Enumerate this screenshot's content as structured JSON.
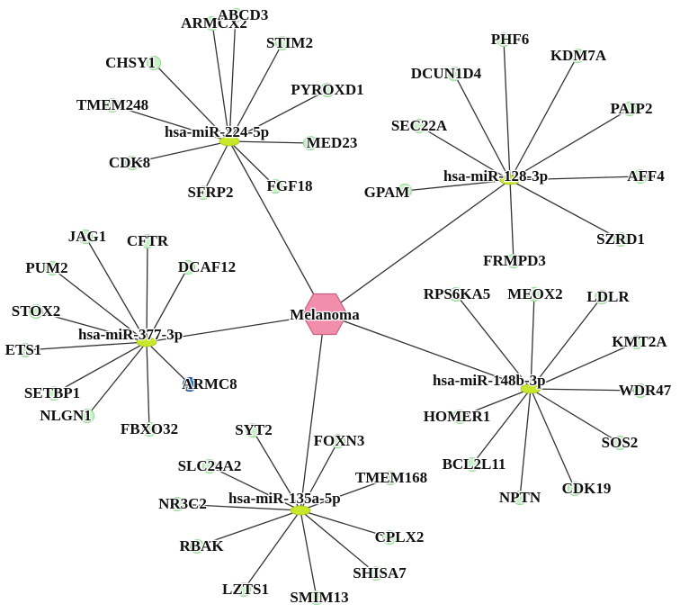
{
  "colors": {
    "hub": "#f08eac",
    "mirna": "#c8e62a",
    "gene": "#c9f2c9",
    "gene_highlight": "#2f6fd1",
    "edge": "#333333"
  },
  "network": {
    "hub": {
      "id": "melanoma",
      "label": "Melanoma",
      "shape": "hexagon"
    },
    "mirnas": [
      {
        "id": "mir224",
        "label": "hsa-miR-224-5p"
      },
      {
        "id": "mir128",
        "label": "hsa-miR-128-3p"
      },
      {
        "id": "mir377",
        "label": "hsa-miR-377-3p"
      },
      {
        "id": "mir148b",
        "label": "hsa-miR-148b-3p"
      },
      {
        "id": "mir135a",
        "label": "hsa-miR-135a-5p"
      }
    ],
    "genes": [
      {
        "id": "ARMCX2",
        "label": "ARMCX2",
        "target": "mir224"
      },
      {
        "id": "ABCD3",
        "label": "ABCD3",
        "target": "mir224"
      },
      {
        "id": "STIM2",
        "label": "STIM2",
        "target": "mir224"
      },
      {
        "id": "CHSY1",
        "label": "CHSY1",
        "target": "mir224"
      },
      {
        "id": "PYROXD1",
        "label": "PYROXD1",
        "target": "mir224"
      },
      {
        "id": "TMEM248",
        "label": "TMEM248",
        "target": "mir224"
      },
      {
        "id": "MED23",
        "label": "MED23",
        "target": "mir224"
      },
      {
        "id": "CDK8",
        "label": "CDK8",
        "target": "mir224"
      },
      {
        "id": "FGF18",
        "label": "FGF18",
        "target": "mir224"
      },
      {
        "id": "SFRP2",
        "label": "SFRP2",
        "target": "mir224"
      },
      {
        "id": "PHF6",
        "label": "PHF6",
        "target": "mir128"
      },
      {
        "id": "KDM7A",
        "label": "KDM7A",
        "target": "mir128"
      },
      {
        "id": "DCUN1D4",
        "label": "DCUN1D4",
        "target": "mir128"
      },
      {
        "id": "PAIP2",
        "label": "PAIP2",
        "target": "mir128"
      },
      {
        "id": "SEC22A",
        "label": "SEC22A",
        "target": "mir128"
      },
      {
        "id": "AFF4",
        "label": "AFF4",
        "target": "mir128"
      },
      {
        "id": "GPAM",
        "label": "GPAM",
        "target": "mir128"
      },
      {
        "id": "SZRD1",
        "label": "SZRD1",
        "target": "mir128"
      },
      {
        "id": "FRMPD3",
        "label": "FRMPD3",
        "target": "mir128"
      },
      {
        "id": "JAG1",
        "label": "JAG1",
        "target": "mir377"
      },
      {
        "id": "CFTR",
        "label": "CFTR",
        "target": "mir377"
      },
      {
        "id": "PUM2",
        "label": "PUM2",
        "target": "mir377"
      },
      {
        "id": "DCAF12",
        "label": "DCAF12",
        "target": "mir377"
      },
      {
        "id": "STOX2",
        "label": "STOX2",
        "target": "mir377"
      },
      {
        "id": "ETS1",
        "label": "ETS1",
        "target": "mir377"
      },
      {
        "id": "ARMC8",
        "label": "ARMC8",
        "target": "mir377",
        "highlight": true
      },
      {
        "id": "SETBP1",
        "label": "SETBP1",
        "target": "mir377"
      },
      {
        "id": "NLGN1",
        "label": "NLGN1",
        "target": "mir377"
      },
      {
        "id": "FBXO32",
        "label": "FBXO32",
        "target": "mir377"
      },
      {
        "id": "RPS6KA5",
        "label": "RPS6KA5",
        "target": "mir148b"
      },
      {
        "id": "MEOX2",
        "label": "MEOX2",
        "target": "mir148b"
      },
      {
        "id": "LDLR",
        "label": "LDLR",
        "target": "mir148b"
      },
      {
        "id": "KMT2A",
        "label": "KMT2A",
        "target": "mir148b"
      },
      {
        "id": "WDR47",
        "label": "WDR47",
        "target": "mir148b"
      },
      {
        "id": "HOMER1",
        "label": "HOMER1",
        "target": "mir148b"
      },
      {
        "id": "SOS2",
        "label": "SOS2",
        "target": "mir148b"
      },
      {
        "id": "BCL2L11",
        "label": "BCL2L11",
        "target": "mir148b"
      },
      {
        "id": "CDK19",
        "label": "CDK19",
        "target": "mir148b"
      },
      {
        "id": "NPTN",
        "label": "NPTN",
        "target": "mir148b"
      },
      {
        "id": "SYT2",
        "label": "SYT2",
        "target": "mir135a"
      },
      {
        "id": "FOXN3",
        "label": "FOXN3",
        "target": "mir135a"
      },
      {
        "id": "SLC24A2",
        "label": "SLC24A2",
        "target": "mir135a"
      },
      {
        "id": "TMEM168",
        "label": "TMEM168",
        "target": "mir135a"
      },
      {
        "id": "NR3C2",
        "label": "NR3C2",
        "target": "mir135a"
      },
      {
        "id": "CPLX2",
        "label": "CPLX2",
        "target": "mir135a"
      },
      {
        "id": "RBAK",
        "label": "RBAK",
        "target": "mir135a"
      },
      {
        "id": "SHISA7",
        "label": "SHISA7",
        "target": "mir135a"
      },
      {
        "id": "LZTS1",
        "label": "LZTS1",
        "target": "mir135a"
      },
      {
        "id": "SMIM13",
        "label": "SMIM13",
        "target": "mir135a"
      }
    ]
  }
}
